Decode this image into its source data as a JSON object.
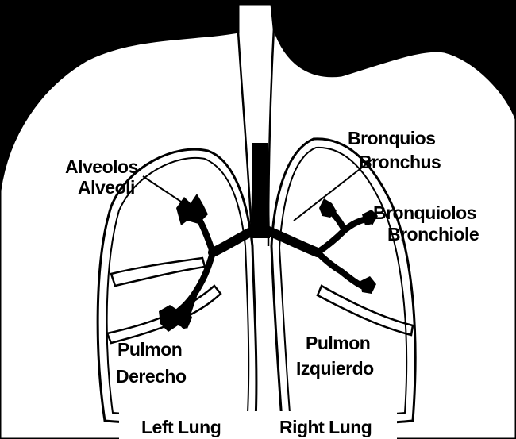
{
  "labels": {
    "alveolos": "Alveolos",
    "alveoli": "Alveoli",
    "bronquios": "Bronquios",
    "bronchus": "Bronchus",
    "bronquiolos": "Bronquiolos",
    "bronchiole": "Bronchiole",
    "pulmon_derecho_1": "Pulmon",
    "pulmon_derecho_2": "Derecho",
    "pulmon_izquierdo_1": "Pulmon",
    "pulmon_izquierdo_2": "Izquierdo",
    "left_lung": "Left Lung",
    "right_lung": "Right Lung"
  },
  "colors": {
    "background": "#000000",
    "body": "#ffffff",
    "ink": "#000000"
  }
}
